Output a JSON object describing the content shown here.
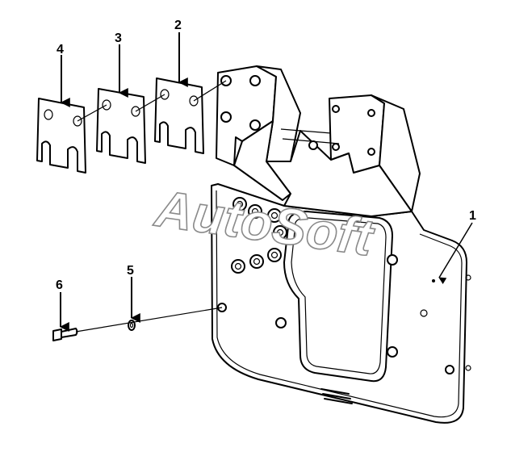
{
  "figure": {
    "watermark": "AutoSoft",
    "callouts": [
      {
        "id": "c1",
        "label": "1"
      },
      {
        "id": "c2",
        "label": "2"
      },
      {
        "id": "c3",
        "label": "3"
      },
      {
        "id": "c4",
        "label": "4"
      },
      {
        "id": "c5",
        "label": "5"
      },
      {
        "id": "c6",
        "label": "6"
      }
    ]
  }
}
